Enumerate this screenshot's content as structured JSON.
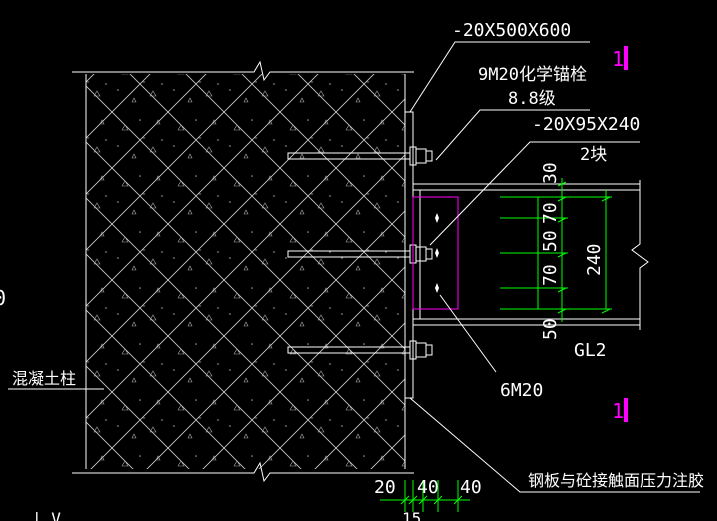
{
  "labels": {
    "plate_main": "-20X500X600",
    "anchor_bolt": "9M20化学锚栓",
    "bolt_grade": "8.8级",
    "plate_small": "-20X95X240",
    "plate_count": "2块",
    "section_mark_top": "1",
    "section_mark_bottom": "1",
    "beam_name": "GL2",
    "bolt_group": "6M20",
    "column_name": "混凝土柱",
    "grout_note": "钢板与砼接触面压力注胶",
    "dim_30": "30",
    "dim_70a": "70",
    "dim_50a": "50",
    "dim_70b": "70",
    "dim_50b": "50",
    "dim_240": "240",
    "dim_20": "20",
    "dim_40a": "40",
    "dim_40b": "40",
    "dim_15": "15",
    "edge_frag_left": "0",
    "edge_frag_bottom": "| V"
  },
  "colors": {
    "background": "#000000",
    "line": "#ffffff",
    "dimension": "#00ff00",
    "section_mark": "#ff00ff",
    "hatch": "#bfbfbf"
  }
}
